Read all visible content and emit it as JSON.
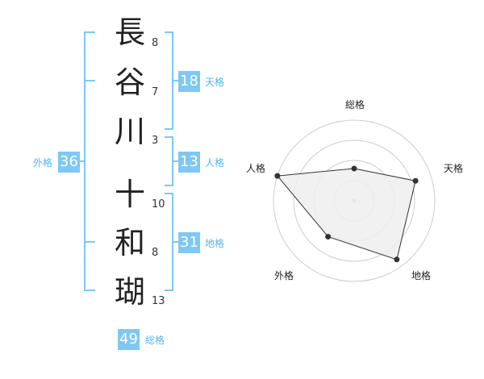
{
  "name": {
    "characters": [
      {
        "char": "長",
        "strokes": "8"
      },
      {
        "char": "谷",
        "strokes": "7"
      },
      {
        "char": "川",
        "strokes": "3"
      },
      {
        "char": "十",
        "strokes": "10"
      },
      {
        "char": "和",
        "strokes": "8"
      },
      {
        "char": "瑚",
        "strokes": "13"
      }
    ]
  },
  "fortune": {
    "tenkaku": {
      "value": "18",
      "label": "天格"
    },
    "jinkaku": {
      "value": "13",
      "label": "人格"
    },
    "chikaku": {
      "value": "31",
      "label": "地格"
    },
    "gaikaku": {
      "value": "36",
      "label": "外格"
    },
    "soukaku": {
      "value": "49",
      "label": "総格"
    }
  },
  "radar": {
    "axes": [
      "総格",
      "天格",
      "地格",
      "外格",
      "人格"
    ],
    "levels": 4,
    "values": [
      0.4,
      0.8,
      0.9,
      0.55,
      1.0
    ]
  },
  "colors": {
    "bracket": "#7ec8f3",
    "badge": "#7ec8f3",
    "label": "#55b4ef",
    "radar_fill": "#eeeeee",
    "radar_line": "#333333",
    "grid": "#cccccc"
  }
}
